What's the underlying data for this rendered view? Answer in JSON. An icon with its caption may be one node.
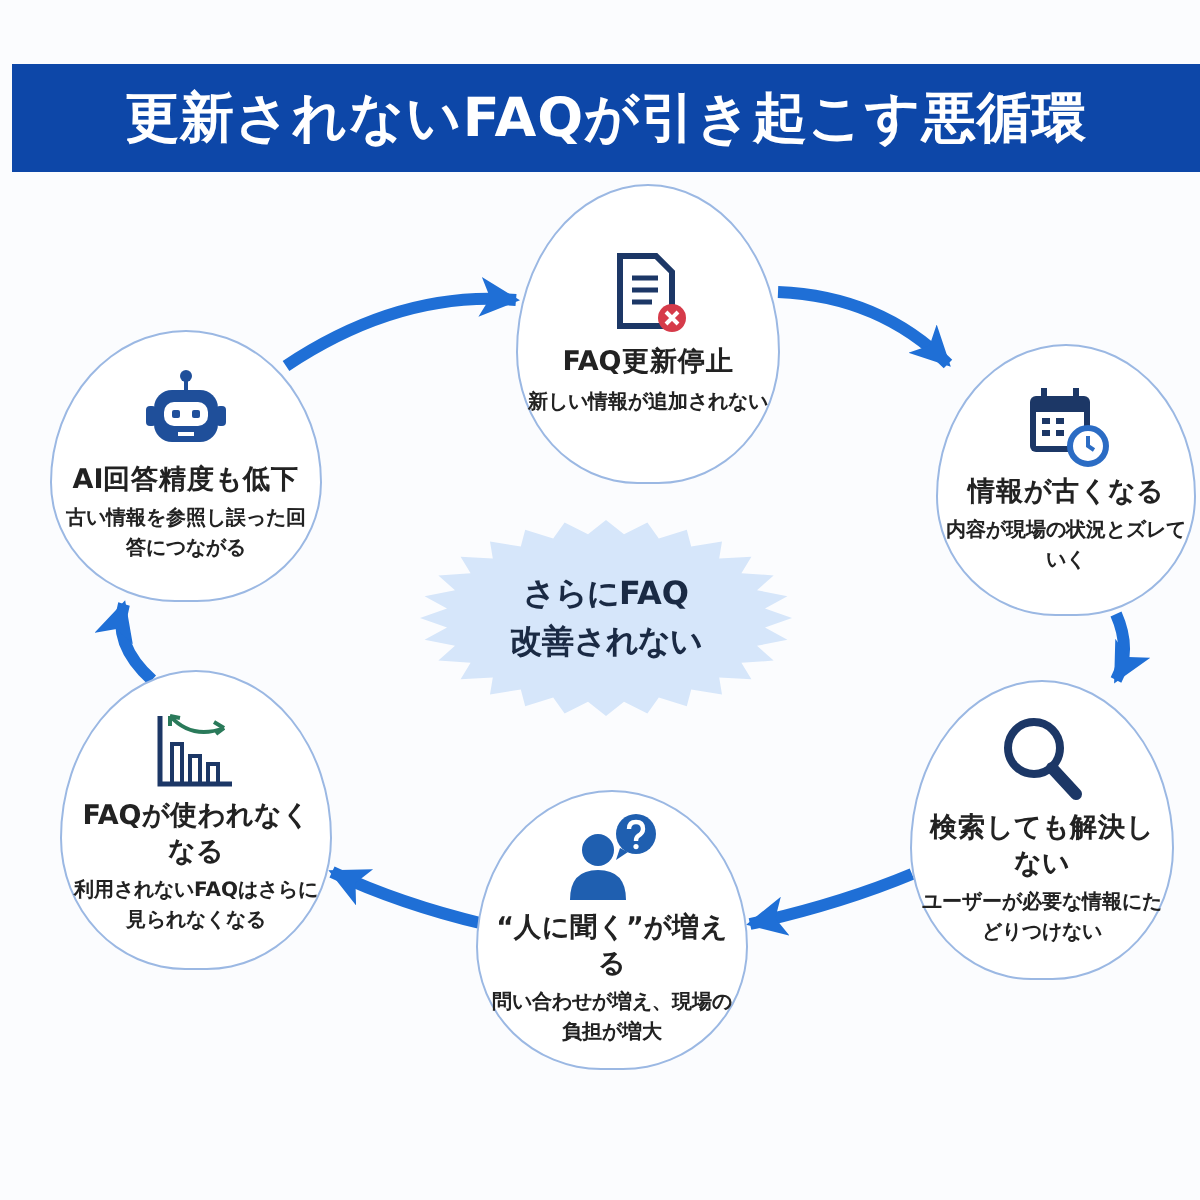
{
  "diagram": {
    "title": "更新されないFAQが引き起こす悪循環",
    "nodes": [
      {
        "text": [
          "FAQ更新停止",
          "新しい情報が追加されない"
        ]
      },
      {
        "text": [
          "情報が古くなる",
          "内容が現場の状況とズレていく"
        ]
      },
      {
        "text": [
          "検索しても解決しない",
          "ユーザーが必要な情報にたどりつけない"
        ]
      },
      {
        "text": [
          "“人に聞く”が増える",
          "問い合わせが増え、現場の負担が増大"
        ]
      },
      {
        "text": [
          "FAQが使われなくなる",
          "利用されないFAQはさらに見られなくなる"
        ]
      },
      {
        "text": [
          "AI回答精度も低下",
          "古い情報を参照し誤った回答につながる"
        ]
      },
      {
        "text": [
          "さらにFAQ改善されない"
        ]
      }
    ],
    "edges": [
      {
        "from": 0,
        "to": 1,
        "arrow": "to"
      },
      {
        "from": 1,
        "to": 2,
        "arrow": "to"
      },
      {
        "from": 2,
        "to": 3,
        "arrow": "to"
      },
      {
        "from": 3,
        "to": 4,
        "arrow": "to"
      },
      {
        "from": 4,
        "to": 5,
        "arrow": "to"
      },
      {
        "from": 5,
        "to": 0,
        "arrow": "to"
      }
    ]
  }
}
